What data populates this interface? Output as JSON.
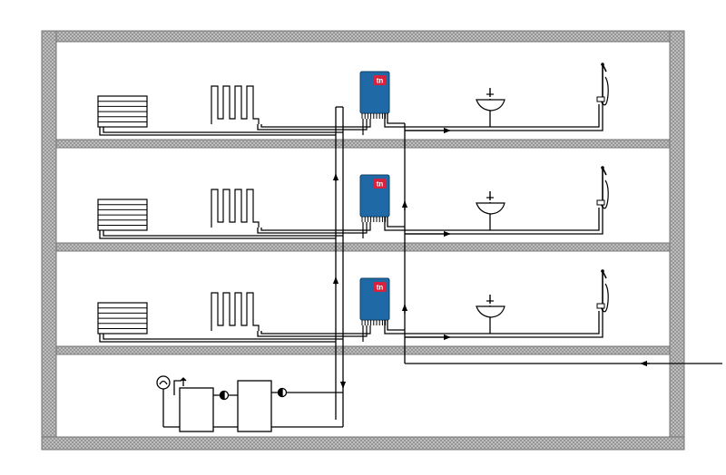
{
  "diagram": {
    "floors": [
      {
        "level": "third-floor",
        "unit_logo": "tn"
      },
      {
        "level": "second-floor",
        "unit_logo": "tn"
      },
      {
        "level": "first-floor",
        "unit_logo": "tn"
      }
    ],
    "basement": {
      "components": [
        "expansion-vessel",
        "heat-source",
        "circulation-pump",
        "storage-tank",
        "supply-pump"
      ]
    },
    "colors": {
      "wall_fill": "#c8c8c8",
      "wall_hatch": "#8c8c8c",
      "unit_body": "#1f6aa6",
      "unit_logo_bg": "#d8213c",
      "pipe": "#000000",
      "background": "#ffffff"
    },
    "icons": [
      "panel-radiator-icon",
      "tube-radiator-icon",
      "wash-basin-icon",
      "shower-icon",
      "pump-icon",
      "manometer-icon"
    ]
  }
}
